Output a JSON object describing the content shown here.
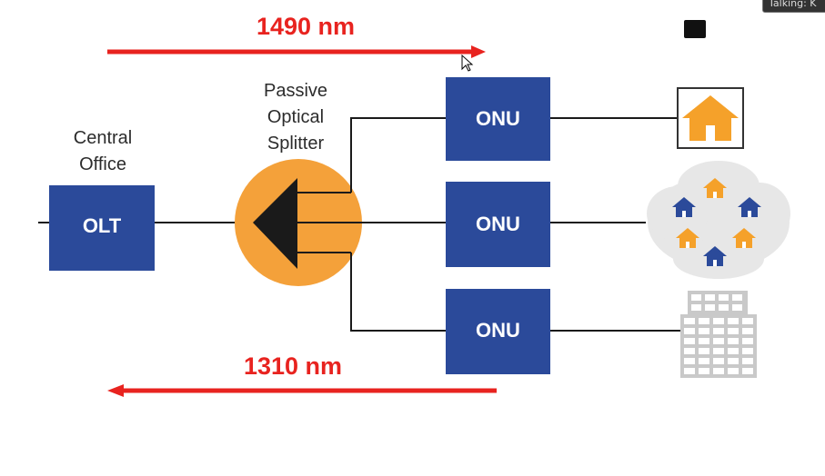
{
  "diagram": {
    "downstream_label": "1490 nm",
    "upstream_label": "1310 nm",
    "central_office_label": "Central\nOffice",
    "olt_label": "OLT",
    "splitter_label": "Passive\nOptical\nSplitter",
    "onu_labels": [
      "ONU",
      "ONU",
      "ONU"
    ],
    "colors": {
      "box_blue": "#2b4a9a",
      "arrow_red": "#e8231f",
      "splitter_orange": "#f4a13a",
      "house_orange": "#f5a12a",
      "house_blue": "#2b4a9a",
      "building_gray": "#c9c9c9",
      "line": "#1a1a1a"
    }
  },
  "overlay": {
    "talking_indicator": "Talking: K"
  }
}
